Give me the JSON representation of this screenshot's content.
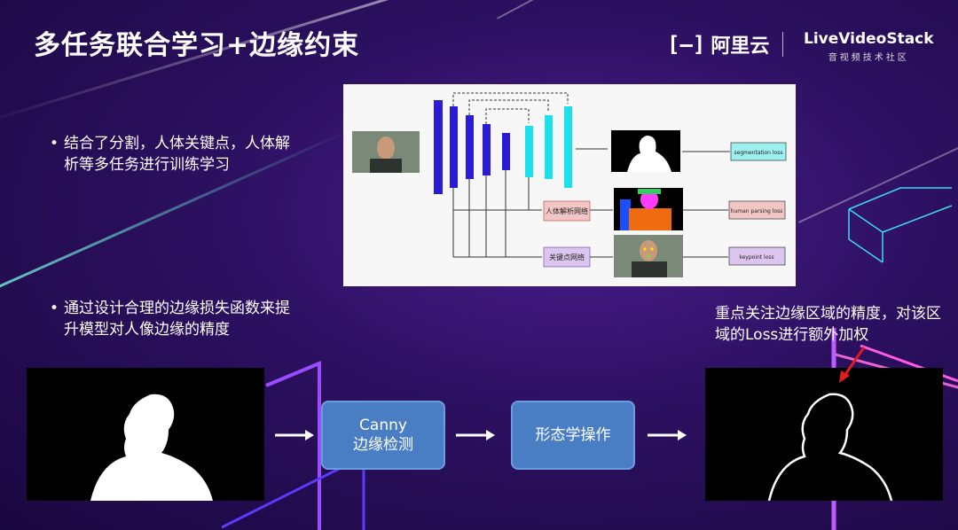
{
  "title": "多任务联合学习+边缘约束",
  "logos": {
    "alibaba_cloud": "阿里云",
    "livevideostack": "LiveVideoStack",
    "livevideostack_sub": "音视频技术社区"
  },
  "bullets": [
    "结合了分割，人体关键点，人体解析等多任务进行训练学习",
    "通过设计合理的边缘损失函数来提升模型对人像边缘的精度"
  ],
  "diagram": {
    "labels": {
      "segmentation_loss": "segmentation loss",
      "human_parsing_branch": "人体解析网络",
      "human_parsing_loss": "human parsing loss",
      "keypoint_branch": "关键点网络",
      "keypoint_loss": "keypoint loss"
    }
  },
  "pipeline": {
    "canny_line1": "Canny",
    "canny_line2": "边缘检测",
    "morphology": "形态学操作"
  },
  "note": "重点关注边缘区域的精度，对该区域的Loss进行额外加权",
  "colors": {
    "encoder": "#2a1bd6",
    "decoder": "#1ee0ea",
    "branch_box": "#f3c6c6",
    "keypoint_box": "#dcc6f0",
    "loss_box_cyan": "#9ef0f0",
    "pipeline_box": "#4a7ec4",
    "arrow_red": "#e01b1b"
  }
}
